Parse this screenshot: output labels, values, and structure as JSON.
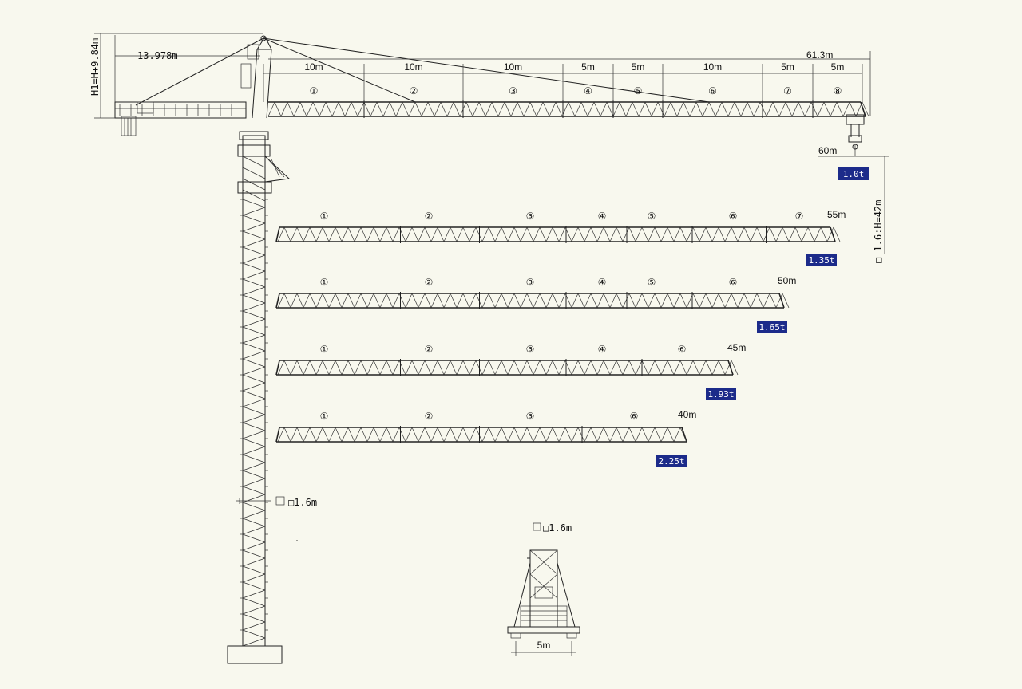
{
  "main_jib": {
    "length_label": "61.3m",
    "counter_jib_label": "13.978m",
    "height_label": "H1=H+9.84m",
    "hook_height_label": "□ 1.6:H=42m",
    "hook_offset_label": "60m",
    "tip_capacity": "1.0t",
    "segments": [
      {
        "label": "10m",
        "number": "①"
      },
      {
        "label": "10m",
        "number": "②"
      },
      {
        "label": "10m",
        "number": "③"
      },
      {
        "label": "5m",
        "number": "④"
      },
      {
        "label": "5m",
        "number": "⑤"
      },
      {
        "label": "10m",
        "number": "⑥"
      },
      {
        "label": "5m",
        "number": "⑦"
      },
      {
        "label": "5m",
        "number": "⑧"
      }
    ]
  },
  "jib_variants": [
    {
      "length_label": "55m",
      "capacity": "1.35t",
      "sections": [
        "①",
        "②",
        "③",
        "④",
        "⑤",
        "⑥",
        "⑦"
      ]
    },
    {
      "length_label": "50m",
      "capacity": "1.65t",
      "sections": [
        "①",
        "②",
        "③",
        "④",
        "⑤",
        "⑥"
      ]
    },
    {
      "length_label": "45m",
      "capacity": "1.93t",
      "sections": [
        "①",
        "②",
        "③",
        "④",
        "⑥"
      ]
    },
    {
      "length_label": "40m",
      "capacity": "2.25t",
      "sections": [
        "①",
        "②",
        "③",
        "⑥"
      ]
    }
  ],
  "tower": {
    "section_label": "□1.6m"
  },
  "base_view": {
    "section_label": "□1.6m",
    "width_label": "5m"
  },
  "colors": {
    "capacity_box": "#1c2b8a",
    "line": "#222222",
    "background": "#f8f8ee"
  }
}
